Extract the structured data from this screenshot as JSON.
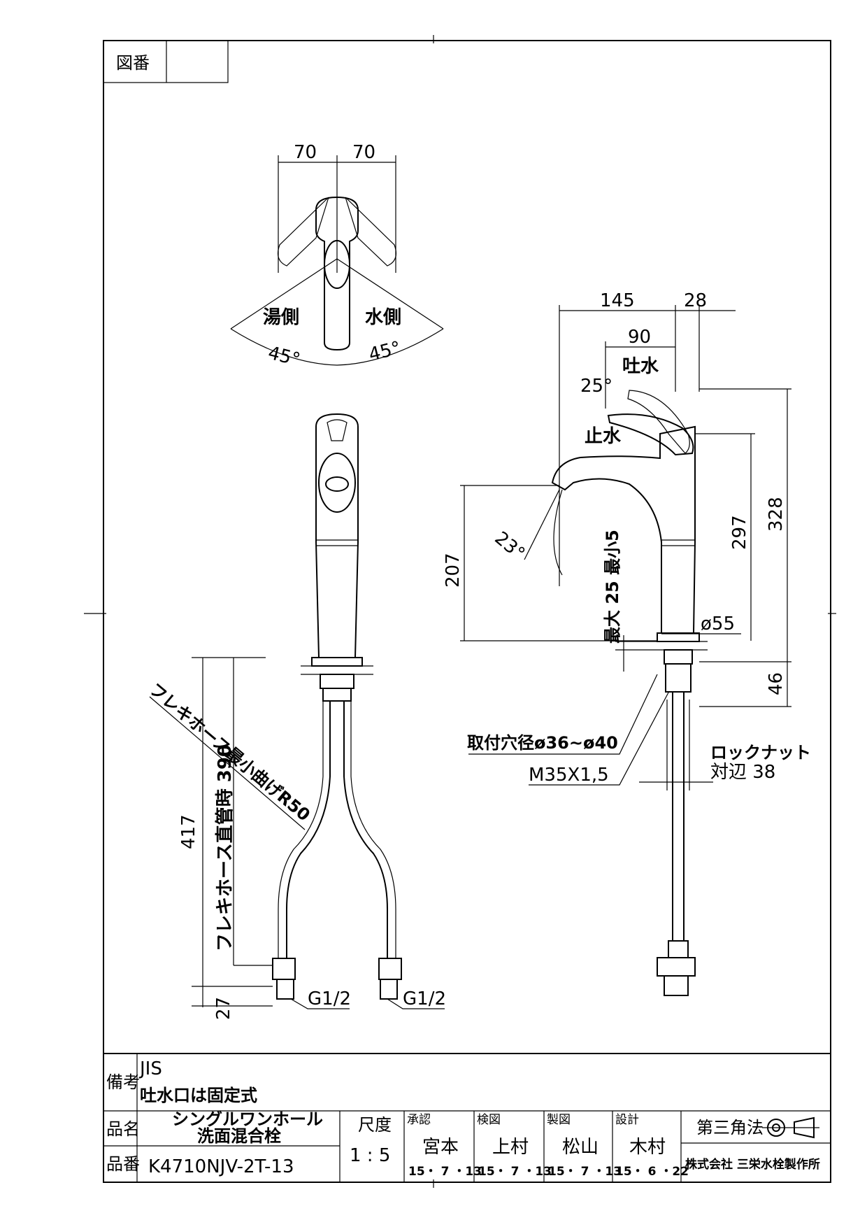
{
  "frame": {
    "zuban_label": "図番"
  },
  "top_view": {
    "dim_left": "70",
    "dim_right": "70",
    "hot_side": "湯側",
    "cold_side": "水側",
    "angle_left": "45°",
    "angle_right": "45°"
  },
  "side_view": {
    "dim_145": "145",
    "dim_28": "28",
    "dim_90": "90",
    "water_out": "吐水",
    "water_stop": "止水",
    "angle_25": "25°",
    "angle_23": "23°",
    "dim_207": "207",
    "dim_297": "297",
    "dim_328": "328",
    "dim_46": "46",
    "counter_thickness": "最大 25 最小5",
    "dia_55": "ø55",
    "mount_hole": "取付穴径ø36~ø40",
    "thread": "M35X1,5",
    "locknut_1": "ロックナット",
    "locknut_2": "対辺 38"
  },
  "front_view": {
    "hose_bend": "フレキホース最小曲げR50",
    "hose_straight": "フレキホース直管時 390",
    "dim_417": "417",
    "dim_27": "27",
    "g_left": "G1/2",
    "g_right": "G1/2"
  },
  "title_block": {
    "biko_label": "備考",
    "biko_line1": "JIS",
    "biko_line2": "吐水口は固定式",
    "hinmei_label": "品名",
    "hinmei_line1": "シングルワンホール",
    "hinmei_line2": "洗面混合栓",
    "hinban_label": "品番",
    "hinban_value": "K4710NJV-2T-13",
    "scale_label": "尺度",
    "scale_value": "1 : 5",
    "approve_label": "承認",
    "approve_name": "宮本",
    "approve_date": "15・ 7 ・13",
    "check_label": "検図",
    "check_name": "上村",
    "check_date": "15・ 7 ・13",
    "draw_label": "製図",
    "draw_name": "松山",
    "draw_date": "15・ 7 ・13",
    "design_label": "設計",
    "design_name": "木村",
    "design_date": "15・ 6 ・22",
    "projection": "第三角法",
    "company": "株式会社 三栄水栓製作所"
  }
}
